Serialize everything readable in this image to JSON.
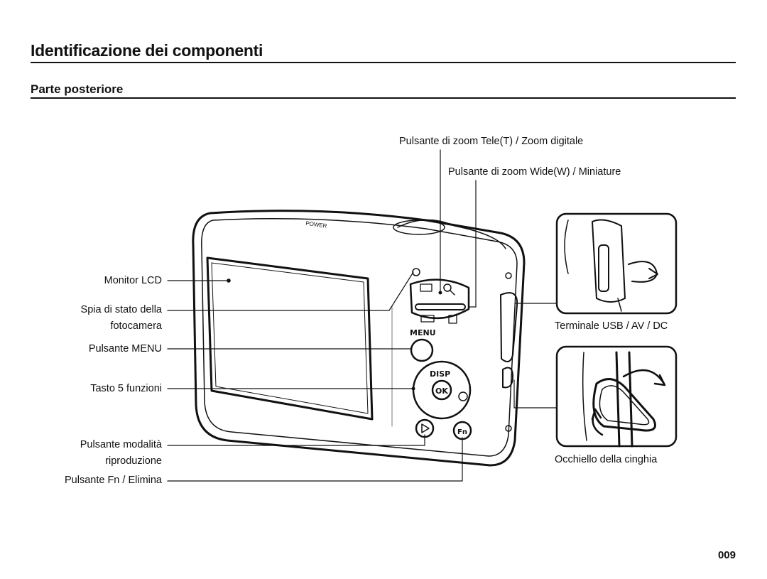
{
  "header": {
    "title": "Identificazione dei componenti",
    "subtitle": "Parte posteriore"
  },
  "labels": {
    "zoom_tele": "Pulsante di zoom Tele(T) / Zoom digitale",
    "zoom_wide": "Pulsante di zoom Wide(W) / Miniature",
    "monitor_lcd": "Monitor LCD",
    "status_lamp_line1": "Spia di stato della",
    "status_lamp_line2": "fotocamera",
    "menu_button": "Pulsante MENU",
    "five_function": "Tasto 5 funzioni",
    "playback_line1": "Pulsante modalità",
    "playback_line2": "riproduzione",
    "fn_delete": "Pulsante Fn / Elimina",
    "usb_terminal": "Terminale USB / AV / DC",
    "strap_eyelet": "Occhiello della cinghia"
  },
  "camera_markings": {
    "power": "POWER",
    "menu": "MENU",
    "disp": "DISP",
    "ok": "OK",
    "fn": "Fn"
  },
  "footer": {
    "page_number": "009"
  }
}
